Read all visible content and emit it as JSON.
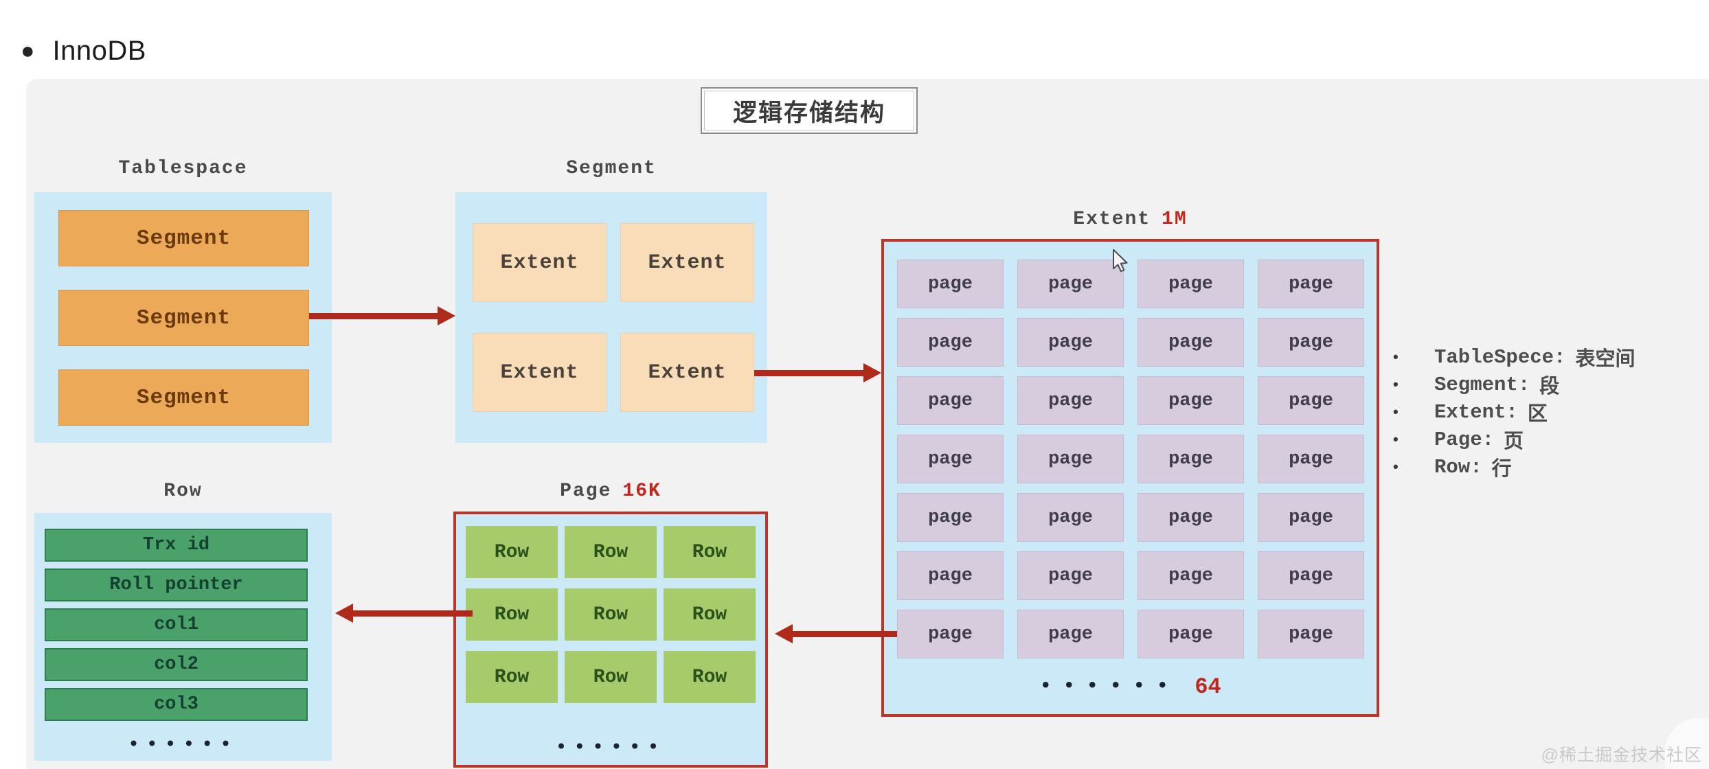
{
  "colors": {
    "panel-gray": "#f2f2f3",
    "container-blue": "#cbe9f7",
    "segment-orange": "#ecaa59",
    "segment-text": "#6b3a0c",
    "extent-peach": "#f9dcb8",
    "extent-text": "#49423a",
    "page-lavender": "#d7ccdd",
    "page-text": "#423d4a",
    "row-green": "#4aa169",
    "row-green-border": "#2e7d4e",
    "row-text": "#154133",
    "rowcell-green": "#a7ca6a",
    "rowcell-text": "#2b511d",
    "red-border": "#bb3425",
    "arrow-red": "#b02a1b",
    "badge-red": "#c2271b",
    "label-gray": "#4a4a4a"
  },
  "header": {
    "bullet": "●",
    "title": "InnoDB"
  },
  "diagram": {
    "title": "逻辑存储结构"
  },
  "tablespace": {
    "label": "Tablespace",
    "segments": [
      "Segment",
      "Segment",
      "Segment"
    ]
  },
  "segment": {
    "label": "Segment",
    "extents": [
      "Extent",
      "Extent",
      "Extent",
      "Extent"
    ]
  },
  "extent": {
    "label": "Extent",
    "size": "1M",
    "pages": [
      "page",
      "page",
      "page",
      "page",
      "page",
      "page",
      "page",
      "page",
      "page",
      "page",
      "page",
      "page",
      "page",
      "page",
      "page",
      "page",
      "page",
      "page",
      "page",
      "page",
      "page",
      "page",
      "page",
      "page",
      "page",
      "page",
      "page",
      "page"
    ],
    "ellipsis": "••••••",
    "count": "64"
  },
  "page": {
    "label": "Page",
    "size": "16K",
    "rows": [
      "Row",
      "Row",
      "Row",
      "Row",
      "Row",
      "Row",
      "Row",
      "Row",
      "Row"
    ],
    "ellipsis": "••••••"
  },
  "row": {
    "label": "Row",
    "fields": [
      "Trx id",
      "Roll pointer",
      "col1",
      "col2",
      "col3"
    ],
    "ellipsis": "••••••"
  },
  "legend": {
    "bullet": "•",
    "items": [
      {
        "term": "TableSpece:",
        "definition": "表空间"
      },
      {
        "term": "Segment:",
        "definition": "段"
      },
      {
        "term": "Extent:",
        "definition": "区"
      },
      {
        "term": "Page:",
        "definition": "页"
      },
      {
        "term": "Row:",
        "definition": "行"
      }
    ]
  },
  "watermark": "@稀土掘金技术社区"
}
